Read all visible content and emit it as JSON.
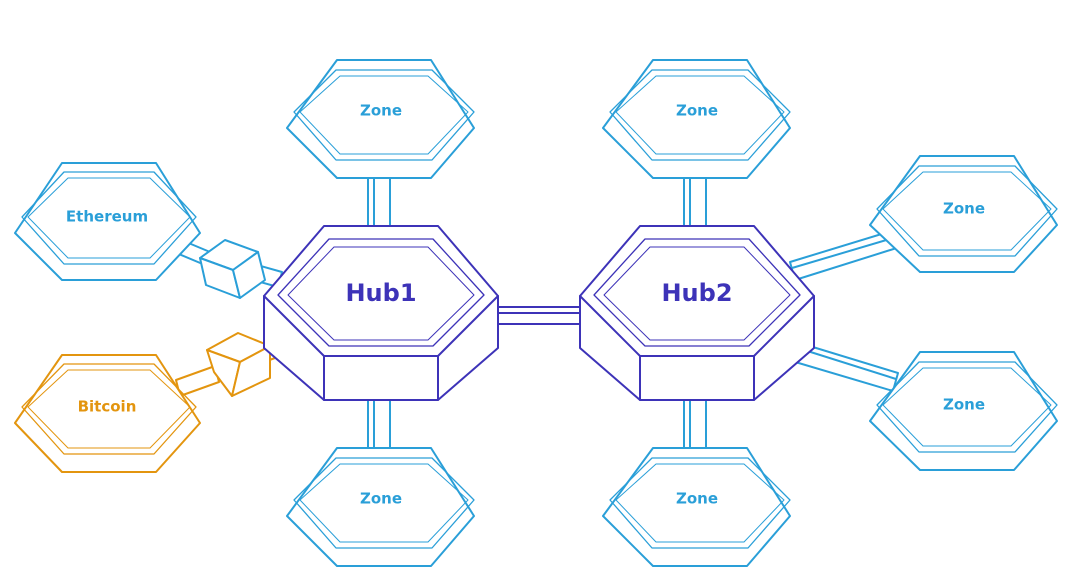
{
  "colors": {
    "zone": "#2a9fd8",
    "hub": "#3d33b8",
    "bitcoin": "#e3950f",
    "background": "#ffffff"
  },
  "hubs": {
    "hub1": "Hub1",
    "hub2": "Hub2"
  },
  "zones": {
    "hub1_top": "Zone",
    "hub1_bottom": "Zone",
    "hub2_top": "Zone",
    "hub2_bottom": "Zone",
    "hub2_upper_right": "Zone",
    "hub2_lower_right": "Zone"
  },
  "chains": {
    "ethereum": "Ethereum",
    "bitcoin": "Bitcoin"
  }
}
